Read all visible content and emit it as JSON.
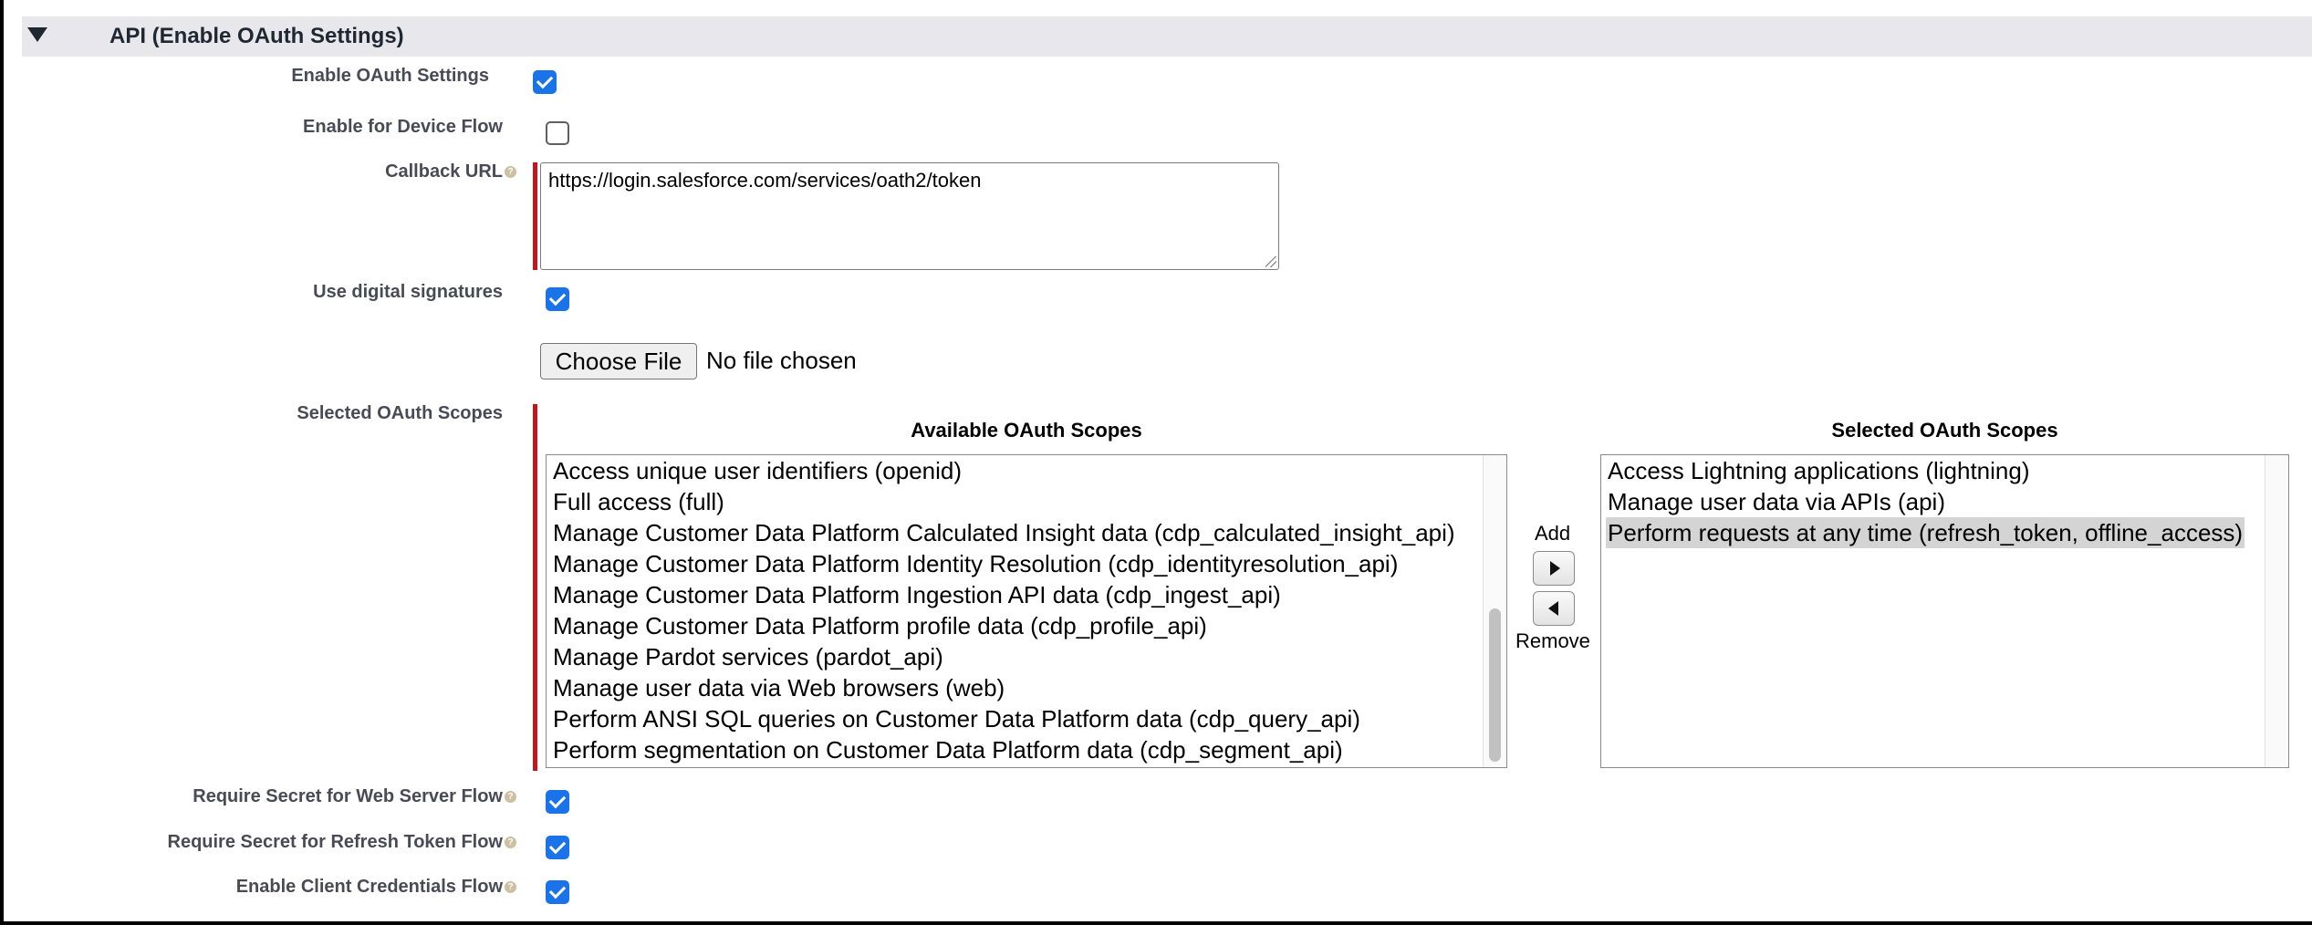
{
  "section": {
    "title": "API (Enable OAuth Settings)"
  },
  "fields": {
    "enable_oauth": {
      "label": "Enable OAuth Settings",
      "checked": true
    },
    "device_flow": {
      "label": "Enable for Device Flow",
      "checked": false
    },
    "callback_url": {
      "label": "Callback URL",
      "value": "https://login.salesforce.com/services/oath2/token"
    },
    "digital_signatures": {
      "label": "Use digital signatures",
      "checked": true
    },
    "file_chooser": {
      "button_label": "Choose File",
      "status": "No file chosen"
    },
    "scopes": {
      "label": "Selected OAuth Scopes"
    },
    "secret_web_server": {
      "label": "Require Secret for Web Server Flow",
      "checked": true
    },
    "secret_refresh": {
      "label": "Require Secret for Refresh Token Flow",
      "checked": true
    },
    "client_credentials": {
      "label": "Enable Client Credentials Flow",
      "checked": true
    }
  },
  "available_scopes": {
    "title": "Available OAuth Scopes",
    "items": [
      "Access unique user identifiers (openid)",
      "Full access (full)",
      "Manage Customer Data Platform Calculated Insight data (cdp_calculated_insight_api)",
      "Manage Customer Data Platform Identity Resolution (cdp_identityresolution_api)",
      "Manage Customer Data Platform Ingestion API data (cdp_ingest_api)",
      "Manage Customer Data Platform profile data (cdp_profile_api)",
      "Manage Pardot services (pardot_api)",
      "Manage user data via Web browsers (web)",
      "Perform ANSI SQL queries on Customer Data Platform data (cdp_query_api)",
      "Perform segmentation on Customer Data Platform data (cdp_segment_api)"
    ]
  },
  "selected_scopes": {
    "title": "Selected OAuth Scopes",
    "items": [
      "Access Lightning applications (lightning)",
      "Manage user data via APIs (api)",
      "Perform requests at any time (refresh_token, offline_access)"
    ],
    "highlighted_index": 2
  },
  "mover": {
    "add_label": "Add",
    "remove_label": "Remove"
  },
  "help_icon": "?",
  "colors": {
    "required_bar": "#c4161c",
    "checkbox_checked": "#1a73e8",
    "header_bg": "#e8e8ec"
  }
}
